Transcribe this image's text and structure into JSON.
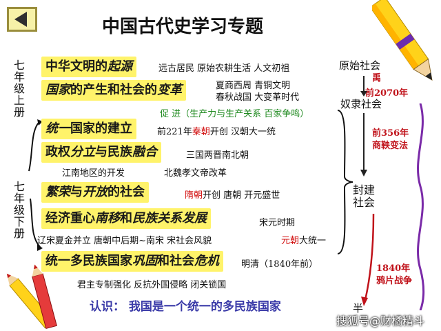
{
  "title": "中国古代史学习专题",
  "grade_upper": "七年级上册",
  "grade_lower": "七年级下册",
  "topics": {
    "t1": {
      "a": "中华文明的",
      "b": "起源"
    },
    "t2": {
      "a": "国家",
      "b": "的产生和社会的",
      "c": "变革"
    },
    "t3": {
      "a": "统一",
      "b": "国家的建立"
    },
    "t4": {
      "a": "政权",
      "b": "分立",
      "c": "与民族",
      "d": "融合"
    },
    "t5": {
      "a": "繁荣",
      "b": "与",
      "c": "开放",
      "d": "的社会"
    },
    "t6": {
      "a": "经济重心",
      "b": "南移",
      "c": "和",
      "d": "民族关系发展"
    },
    "t7": {
      "a": "统一多民族国家",
      "b": "巩固",
      "c": "和社会",
      "d": "危机"
    }
  },
  "details": {
    "d1": "远古居民  原始农耕生活  人文初祖",
    "d2a": "夏商西周  青铜文明",
    "d2b": "春秋战国  大变革时代",
    "promote": "促 进",
    "promote_note": "（生产力与生产关系  百家争鸣）",
    "d3a": "前221年",
    "d3b": "秦朝",
    "d3c": "开创  汉朝大一统",
    "d4": "三国两晋南北朝",
    "d4b": "江南地区的开发",
    "d4c": "北魏孝文帝改革",
    "d5a": "隋朝",
    "d5b": "开创   唐朝  开元盛世",
    "d6": "宋元时期",
    "d6b": "辽宋夏金并立   唐朝中后期~南宋   宋社会风貌",
    "d6c": "元朝",
    "d6d": "大统一",
    "d7": "明清（1840年前）",
    "d7b": "君主专制强化     反抗外国侵略     闭关锁国"
  },
  "timeline": {
    "primitive": "原始社会",
    "yu": "禹",
    "bc2070": "前2070年",
    "slave": "奴隶社会",
    "bc356": "前356年",
    "shangyang": "商鞅变法",
    "feudal_1": "封建",
    "feudal_2": "社会",
    "y1840": "1840年",
    "opium": "鸦片战争",
    "semi": "半"
  },
  "conclusion": "认识：  我国是一个统一的多民族国家",
  "watermark": "搜狐号@财橘精斗",
  "colors": {
    "highlight": "#fff36a",
    "accent_red": "#d21010",
    "green": "#1f8a1f",
    "blue": "#3a3aa8"
  },
  "icons": [
    "back-arrow-icon",
    "pencil-icon",
    "curly-brace-icon",
    "timeline-arrow-icon"
  ]
}
